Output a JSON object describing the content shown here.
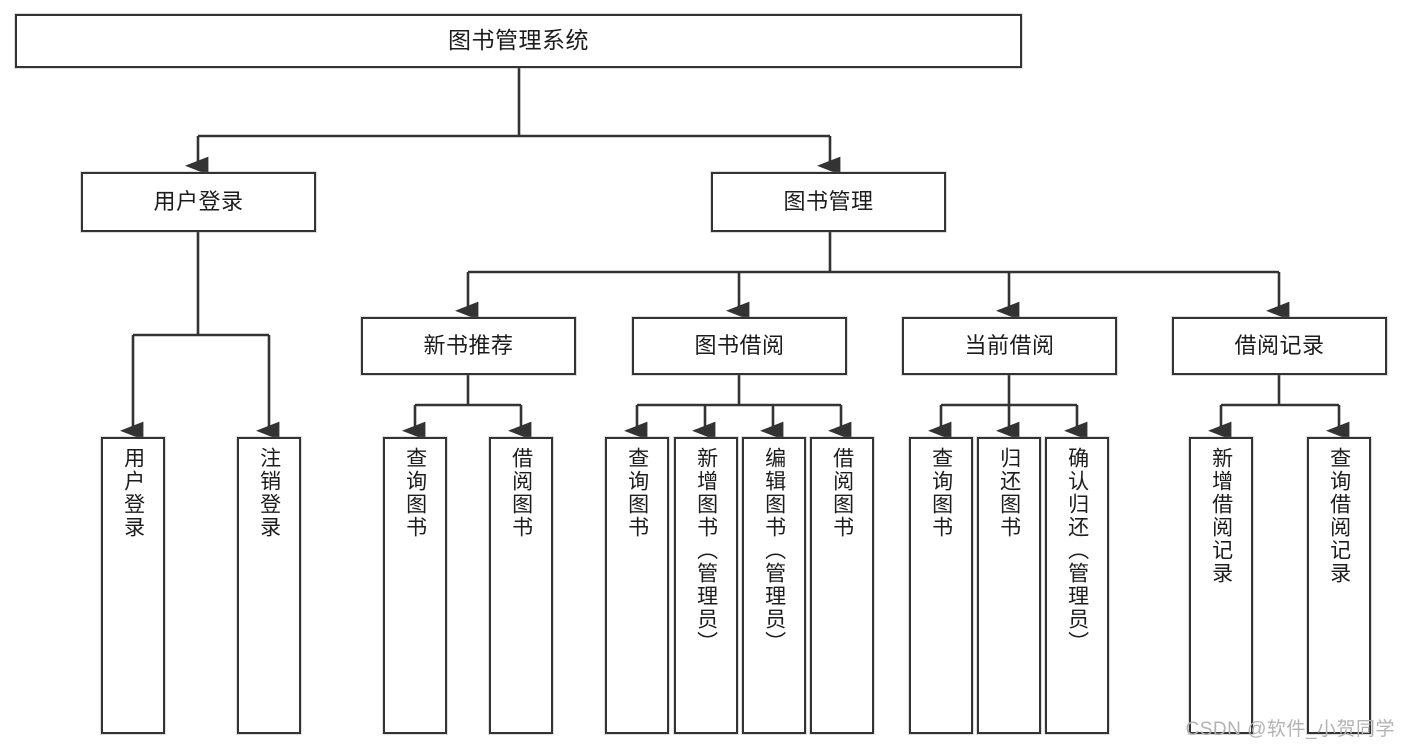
{
  "diagram": {
    "title": "图书管理系统",
    "type": "tree-hierarchy-chart",
    "watermark": "CSDN @软件_小贺同学",
    "colors": {
      "background": "#ffffff",
      "node_fill": "#ffffff",
      "node_border": "#333333",
      "edge": "#333333",
      "text": "#1c1c1c",
      "watermark": "#b3b3b3"
    },
    "nodes": {
      "root": {
        "label": "图书管理系统"
      },
      "level2": [
        {
          "id": "user-login",
          "label": "用户登录"
        },
        {
          "id": "book-manage",
          "label": "图书管理"
        }
      ],
      "level3": [
        {
          "id": "new-book-recommend",
          "label": "新书推荐"
        },
        {
          "id": "book-borrow",
          "label": "图书借阅"
        },
        {
          "id": "current-borrow",
          "label": "当前借阅"
        },
        {
          "id": "borrow-record",
          "label": "借阅记录"
        }
      ],
      "leaves": {
        "user_login": [
          {
            "id": "leaf-user-login",
            "label": "用户登录"
          },
          {
            "id": "leaf-logout",
            "label": "注销登录"
          }
        ],
        "new_book_recommend": [
          {
            "id": "leaf-query-book-1",
            "label": "查询图书"
          },
          {
            "id": "leaf-borrow-book-1",
            "label": "借阅图书"
          }
        ],
        "book_borrow": [
          {
            "id": "leaf-query-book-2",
            "label": "查询图书"
          },
          {
            "id": "leaf-add-book",
            "label": "新增图书（管理员）"
          },
          {
            "id": "leaf-edit-book",
            "label": "编辑图书（管理员）"
          },
          {
            "id": "leaf-borrow-book-2",
            "label": "借阅图书"
          }
        ],
        "current_borrow": [
          {
            "id": "leaf-query-book-3",
            "label": "查询图书"
          },
          {
            "id": "leaf-return-book",
            "label": "归还图书"
          },
          {
            "id": "leaf-confirm-return",
            "label": "确认归还（管理员）"
          }
        ],
        "borrow_record": [
          {
            "id": "leaf-add-record",
            "label": "新增借阅记录"
          },
          {
            "id": "leaf-query-record",
            "label": "查询借阅记录"
          }
        ]
      }
    }
  }
}
